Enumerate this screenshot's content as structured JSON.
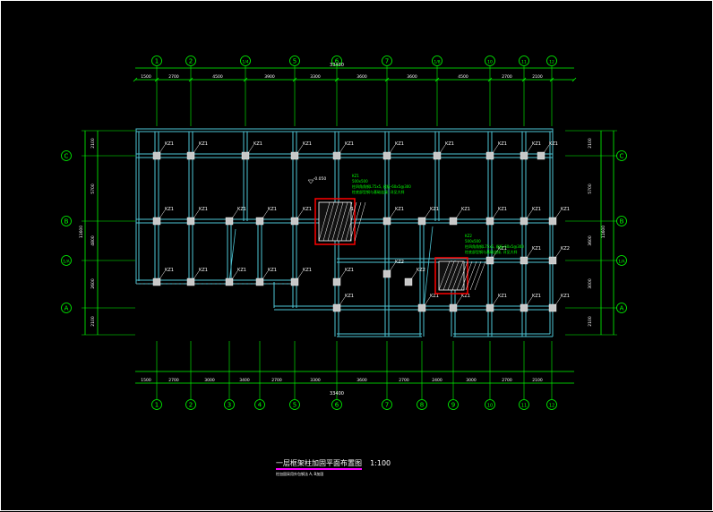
{
  "drawing": {
    "title": "一层框架柱加固平面布置图",
    "scale": "1:100",
    "subtitle": "柱加固采用外包钢法 A, B加固",
    "colors": {
      "background": "#000000",
      "axis": "#00ff00",
      "structure": "#4ec6d6",
      "column": "#c8c8c8",
      "highlight": "#ff0000",
      "text": "#ffffff",
      "title_underline": "#ff00ff"
    }
  },
  "axes": {
    "top_labels": [
      "1",
      "2",
      "1/4",
      "5",
      "6",
      "7",
      "1/8",
      "10",
      "11",
      "12"
    ],
    "bottom_labels": [
      "1",
      "2",
      "3",
      "4",
      "5",
      "6",
      "7",
      "8",
      "9",
      "10",
      "11",
      "12"
    ],
    "left_labels": [
      "C",
      "B",
      "1/A",
      "A"
    ],
    "right_labels": [
      "C",
      "B",
      "1/A",
      "A"
    ]
  },
  "dimensions": {
    "top_total": "33400",
    "top_segments": [
      "1500",
      "2700",
      "4500",
      "3900",
      "3300",
      "3600",
      "3600",
      "4500",
      "2700",
      "2100"
    ],
    "bottom_total": "33400",
    "bottom_segments": [
      "1500",
      "2700",
      "3000",
      "3400",
      "2700",
      "3300",
      "3600",
      "2700",
      "2400",
      "3000",
      "2700",
      "2100"
    ],
    "left_segments": [
      "2100",
      "5700",
      "4800",
      "2600",
      "2100"
    ],
    "left_total": "11600",
    "right_segments": [
      "2100",
      "5700",
      "3600",
      "3000",
      "2100"
    ],
    "right_total": "11600"
  },
  "annotations": {
    "column_tag": "KZ1",
    "column_tag_2": "KZ2",
    "level_mark": "-0.050",
    "detail_1_lines": [
      "KZ1",
      "500x500",
      "柱四角角钢L75x5, 缀板-60x5@300",
      "柱底部型钢与基础连接, 详见大样"
    ],
    "detail_2_lines": [
      "KZ2",
      "500x500",
      "柱四角角钢L75x5, 缀板-60x5@300",
      "柱底部型钢与基础连接, 详见大样"
    ]
  }
}
